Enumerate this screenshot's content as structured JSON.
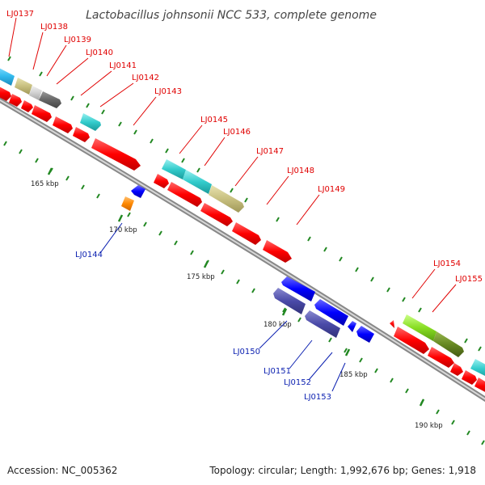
{
  "title": "Lactobacillus johnsonii NCC 533, complete genome",
  "accession": "Accession: NC_005362",
  "topology": "Topology: circular; Length: 1,992,676 bp; Genes: 1,918",
  "kbp_labels": [
    "165 kbp",
    "170 kbp",
    "175 kbp",
    "180 kbp",
    "185 kbp",
    "190 kbp"
  ],
  "genes_top": [
    "LJ0137",
    "LJ0138",
    "LJ0139",
    "LJ0140",
    "LJ0141",
    "LJ0142",
    "LJ0143",
    "LJ0145",
    "LJ0146",
    "LJ0147",
    "LJ0148",
    "LJ0149",
    "LJ0154",
    "LJ0155"
  ],
  "genes_bottom": [
    "LJ0144",
    "LJ0150",
    "LJ0151",
    "LJ0152",
    "LJ0153"
  ],
  "colors": {
    "red": "#ff0000",
    "cyan": "#33cccc",
    "sky": "#33bbee",
    "khaki": "#c8c080",
    "gray": "#666666",
    "blue": "#0000ff",
    "slate": "#4a4aa8",
    "orange": "#ff8800",
    "lime": "#88dd22",
    "olive": "#668822",
    "tick_green": "#228822",
    "label_red": "#e00000",
    "label_blue": "#0a1fb0"
  }
}
